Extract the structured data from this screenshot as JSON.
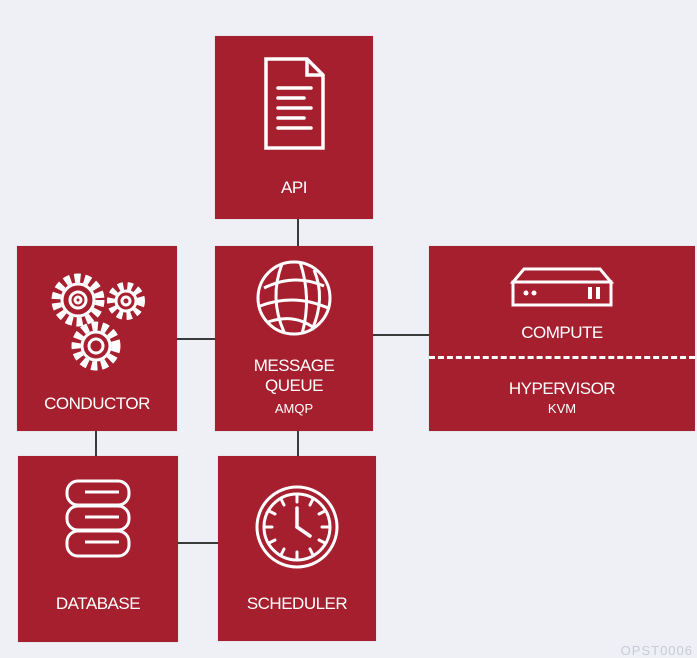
{
  "diagram": {
    "nodes": {
      "api": {
        "label": "API",
        "icon": "document-icon"
      },
      "message_queue": {
        "label_line1": "MESSAGE",
        "label_line2": "QUEUE",
        "sublabel": "AMQP",
        "icon": "globe-network-icon"
      },
      "compute": {
        "label": "COMPUTE",
        "icon": "server-icon",
        "section2_label": "HYPERVISOR",
        "section2_sublabel": "KVM"
      },
      "conductor": {
        "label": "CONDUCTOR",
        "icon": "gears-icon"
      },
      "database": {
        "label": "DATABASE",
        "icon": "database-icon"
      },
      "scheduler": {
        "label": "SCHEDULER",
        "icon": "clock-icon"
      }
    },
    "edges": [
      [
        "api",
        "message_queue"
      ],
      [
        "conductor",
        "message_queue"
      ],
      [
        "message_queue",
        "compute"
      ],
      [
        "conductor",
        "database"
      ],
      [
        "message_queue",
        "scheduler"
      ],
      [
        "database",
        "scheduler"
      ]
    ],
    "colors": {
      "box": "#a51f2e",
      "background": "#eef0f6",
      "line": "#3a3a3a"
    },
    "watermark": "OPST0006"
  }
}
